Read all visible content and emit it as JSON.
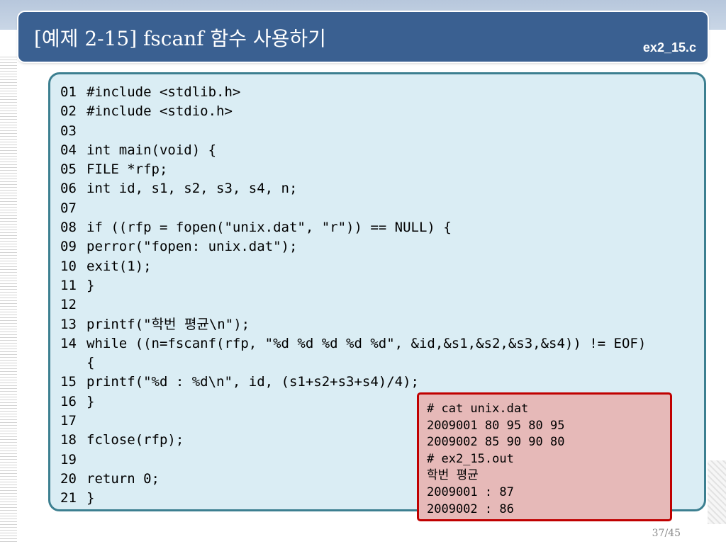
{
  "slide": {
    "title": "[예제 2-15] fscanf 함수 사용하기",
    "file_name": "ex2_15.c",
    "page_number": "37/45"
  },
  "code_lines": [
    {
      "num": "01",
      "text": "#include <stdlib.h>"
    },
    {
      "num": "02",
      "text": "#include <stdio.h>"
    },
    {
      "num": "03",
      "text": ""
    },
    {
      "num": "04",
      "text": "int main(void) {"
    },
    {
      "num": "05",
      "text": "FILE *rfp;"
    },
    {
      "num": "06",
      "text": "int id, s1, s2, s3, s4, n;"
    },
    {
      "num": "07",
      "text": ""
    },
    {
      "num": "08",
      "text": "if ((rfp = fopen(\"unix.dat\", \"r\")) == NULL) {"
    },
    {
      "num": "09",
      "text": "perror(\"fopen: unix.dat\");"
    },
    {
      "num": "10",
      "text": "exit(1);"
    },
    {
      "num": "11",
      "text": "}"
    },
    {
      "num": "12",
      "text": ""
    },
    {
      "num": "13",
      "text": "printf(\"학번 평균\\n\");"
    },
    {
      "num": "14",
      "text": "while ((n=fscanf(rfp, \"%d %d %d %d %d\", &id,&s1,&s2,&s3,&s4)) != EOF)"
    },
    {
      "num": "",
      "text": "{"
    },
    {
      "num": "15",
      "text": "printf(\"%d : %d\\n\", id, (s1+s2+s3+s4)/4);"
    },
    {
      "num": "16",
      "text": "}"
    },
    {
      "num": "17",
      "text": ""
    },
    {
      "num": "18",
      "text": "fclose(rfp);"
    },
    {
      "num": "19",
      "text": ""
    },
    {
      "num": "20",
      "text": "return 0;"
    },
    {
      "num": "21",
      "text": "}"
    }
  ],
  "output_lines": [
    "# cat unix.dat",
    "2009001 80 95 80 95",
    "2009002 85 90 90 80",
    "# ex2_15.out",
    "학번 평균",
    "2009001 : 87",
    "2009002 : 86"
  ]
}
